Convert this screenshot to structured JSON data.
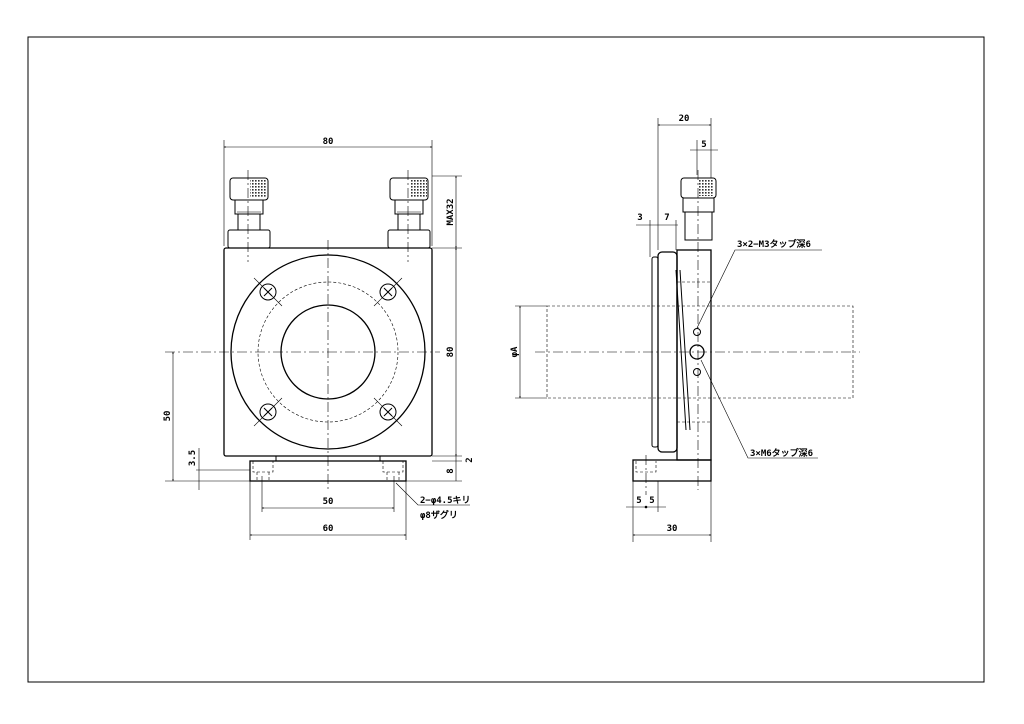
{
  "front_view": {
    "dims": {
      "width_top": "80",
      "max_travel": "MAX32",
      "height_right": "80",
      "center_height": "50",
      "base_offset": "3.5",
      "gap": "2",
      "base_thickness": "8",
      "hole_pitch": "50",
      "base_width": "60"
    },
    "notes": {
      "hole_spec": "2−φ4.5キリ",
      "counterbore_spec": "φ8ザグリ"
    }
  },
  "side_view": {
    "dims": {
      "depth_top": "20",
      "micrometer_offset": "5",
      "ring_offset": "3",
      "ring_thickness": "7",
      "aperture": "φA",
      "foot_a": "5",
      "foot_b": "5",
      "depth_bottom": "30"
    },
    "notes": {
      "m3_taps": "3×2−M3タップ深6",
      "m6_taps": "3×M6タップ深6"
    }
  }
}
